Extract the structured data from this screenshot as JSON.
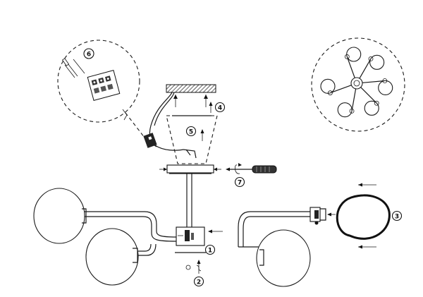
{
  "steps": {
    "s1": "1",
    "s2": "2",
    "s3": "3",
    "s4": "4",
    "s5": "5",
    "s6": "6",
    "s7": "7"
  },
  "icons": [
    "screwdriver-icon",
    "screw-icon",
    "terminal-block-icon",
    "arrow-icon",
    "bulb-icon"
  ]
}
